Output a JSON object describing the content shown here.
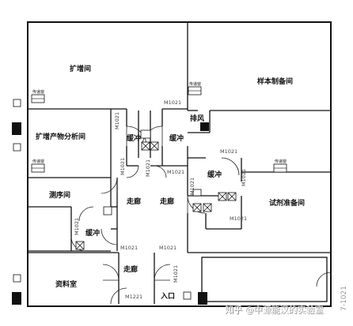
{
  "rooms": {
    "expansion_room": "扩增间",
    "sample_prep": "样本制备间",
    "amplicon_analysis": "扩增产物分析间",
    "sequencing": "测序间",
    "reagent_prep": "试剂准备间",
    "data_room": "资料室"
  },
  "buffer_labels": {
    "buffer_1": "缓冲",
    "buffer_2": "缓冲",
    "buffer_3": "缓冲",
    "buffer_4": "缓冲"
  },
  "corridor_labels": {
    "corridor_1": "走廊",
    "corridor_2": "走廊",
    "corridor_3": "走廊"
  },
  "entrance_label": "入口",
  "exhaust_label": "排风",
  "panel_label": "传递窗",
  "door_codes": {
    "d1": "M1021",
    "d2": "M1021",
    "d3": "M1021",
    "d4": "M1021",
    "d5": "M1021",
    "d6": "M1021",
    "d7": "M1021",
    "d8": "M1021",
    "d9": "M1021",
    "d10": "M1021",
    "d11": "M1021",
    "d12": "M1021",
    "d13": "M1221",
    "d14": "M1021"
  },
  "margin_text": "7-1021",
  "watermark": "知乎 @中源能汉的实验室"
}
